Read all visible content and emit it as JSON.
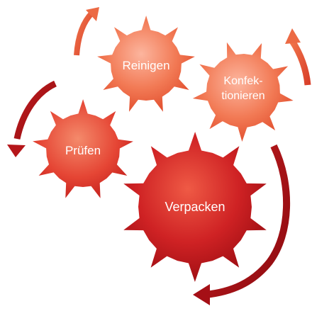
{
  "gears": {
    "reinigen": {
      "label": "Reinigen"
    },
    "konfektionieren": {
      "line1": "Konfek-",
      "line2": "tionieren"
    },
    "pruefen": {
      "label": "Prüfen"
    },
    "verpacken": {
      "label": "Verpacken"
    }
  },
  "colors": {
    "light_center": "#fba98f",
    "light_edge": "#e8502d",
    "dark_center": "#e8463a",
    "dark_edge": "#9e0c12",
    "arrow_light": "#e9592e",
    "arrow_dark": "#a40f17"
  },
  "icons": {
    "arrow_top_left": "curved-arrow-icon",
    "arrow_top_right": "curved-arrow-icon",
    "arrow_left": "curved-arrow-icon",
    "arrow_right": "curved-arrow-icon"
  }
}
